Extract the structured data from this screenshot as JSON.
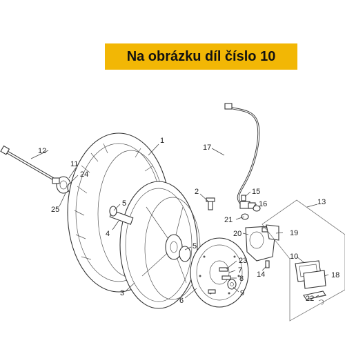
{
  "banner": {
    "text": "Na obrázku díl číslo 10",
    "color": "#f2b705"
  },
  "callouts": {
    "c1": "1",
    "c2": "2",
    "c3": "3",
    "c4": "4",
    "c5a": "5",
    "c5b": "5",
    "c6": "6",
    "c7": "7",
    "c8": "8",
    "c9": "9",
    "c10": "10",
    "c11": "11",
    "c12": "12",
    "c13": "13",
    "c14": "14",
    "c15": "15",
    "c16": "16",
    "c17": "17",
    "c18": "18",
    "c19": "19",
    "c20": "20",
    "c21": "21",
    "c22": "22",
    "c23": "23",
    "c24": "24",
    "c25": "25"
  }
}
